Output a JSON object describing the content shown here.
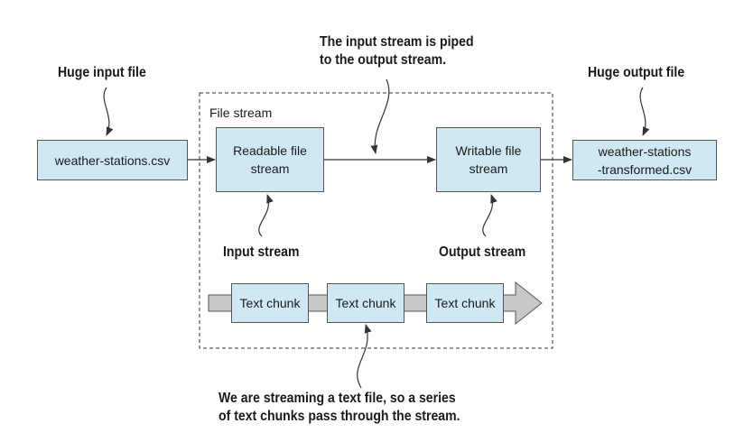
{
  "input_file": {
    "title": "Huge input file",
    "box": "weather-stations.csv"
  },
  "output_file": {
    "title": "Huge output file",
    "box": "weather-stations\n-transformed.csv"
  },
  "pipe_note": "The input stream is piped\nto the output stream.",
  "container_label": "File stream",
  "readable": {
    "box": "Readable file\nstream",
    "caption": "Input stream"
  },
  "writable": {
    "box": "Writable file\nstream",
    "caption": "Output stream"
  },
  "chunks": [
    "Text chunk",
    "Text chunk",
    "Text chunk"
  ],
  "streaming_note": "We are streaming a text file, so a series\nof text chunks pass through the stream.",
  "colors": {
    "box_fill": "#cfe8f3",
    "arrow_fill": "#c8c8c8",
    "line": "#333333"
  }
}
